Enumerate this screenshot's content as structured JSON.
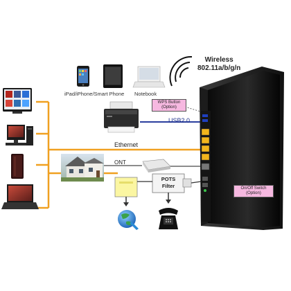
{
  "wireless": {
    "line1": "Wireless",
    "line2": "802.11a/b/g/n"
  },
  "devices": {
    "phone_tablet": "iPad/iPhone/Smart Phone",
    "notebook": "Notebook"
  },
  "callouts": {
    "wps": {
      "line1": "WPS Button",
      "line2": "(Option)"
    },
    "on_off": {
      "line1": "On/Off Switch",
      "line2": "(Option)"
    }
  },
  "connections": {
    "usb": "USB2.0",
    "ethernet": "Ethernet",
    "ont": "ONT"
  },
  "pots_filter": {
    "line1": "POTS",
    "line2": "Filter"
  },
  "colors": {
    "ethernet_line": "#f0a020",
    "usb_line": "#2a3e9e",
    "callout_bg": "#f6b8e0",
    "router_body": "#111111",
    "ethernet_ports": "#f2b51c"
  }
}
